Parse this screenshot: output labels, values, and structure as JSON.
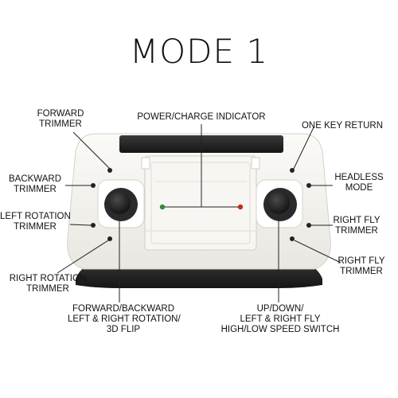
{
  "title": "MODE 1",
  "labels": {
    "forward_trimmer": [
      "FORWARD",
      "TRIMMER"
    ],
    "power_indicator": [
      "POWER/CHARGE INDICATOR"
    ],
    "one_key_return": [
      "ONE KEY RETURN"
    ],
    "backward_trimmer": [
      "BACKWARD",
      "TRIMMER"
    ],
    "headless_mode": [
      "HEADLESS",
      "MODE"
    ],
    "left_rotation_trimmer": [
      "LEFT ROTATION",
      "TRIMMER"
    ],
    "right_fly_trimmer_upper": [
      "RIGHT FLY",
      "TRIMMER"
    ],
    "right_fly_trimmer_lower": [
      "RIGHT FLY",
      "TRIMMER"
    ],
    "right_rotation_trimmer": [
      "RIGHT ROTATION",
      "TRIMMER"
    ],
    "left_stick": [
      "FORWARD/BACKWARD",
      "LEFT & RIGHT ROTATION/",
      "3D FLIP"
    ],
    "right_stick": [
      "UP/DOWN/",
      "LEFT & RIGHT FLY",
      "HIGH/LOW SPEED SWITCH"
    ]
  },
  "colors": {
    "controller_body": "#f4f3ef",
    "grip": "#2a2a2a",
    "power_led": "#2e8b3a",
    "charge_led": "#c0301e",
    "stick": "#1e1e1e"
  }
}
